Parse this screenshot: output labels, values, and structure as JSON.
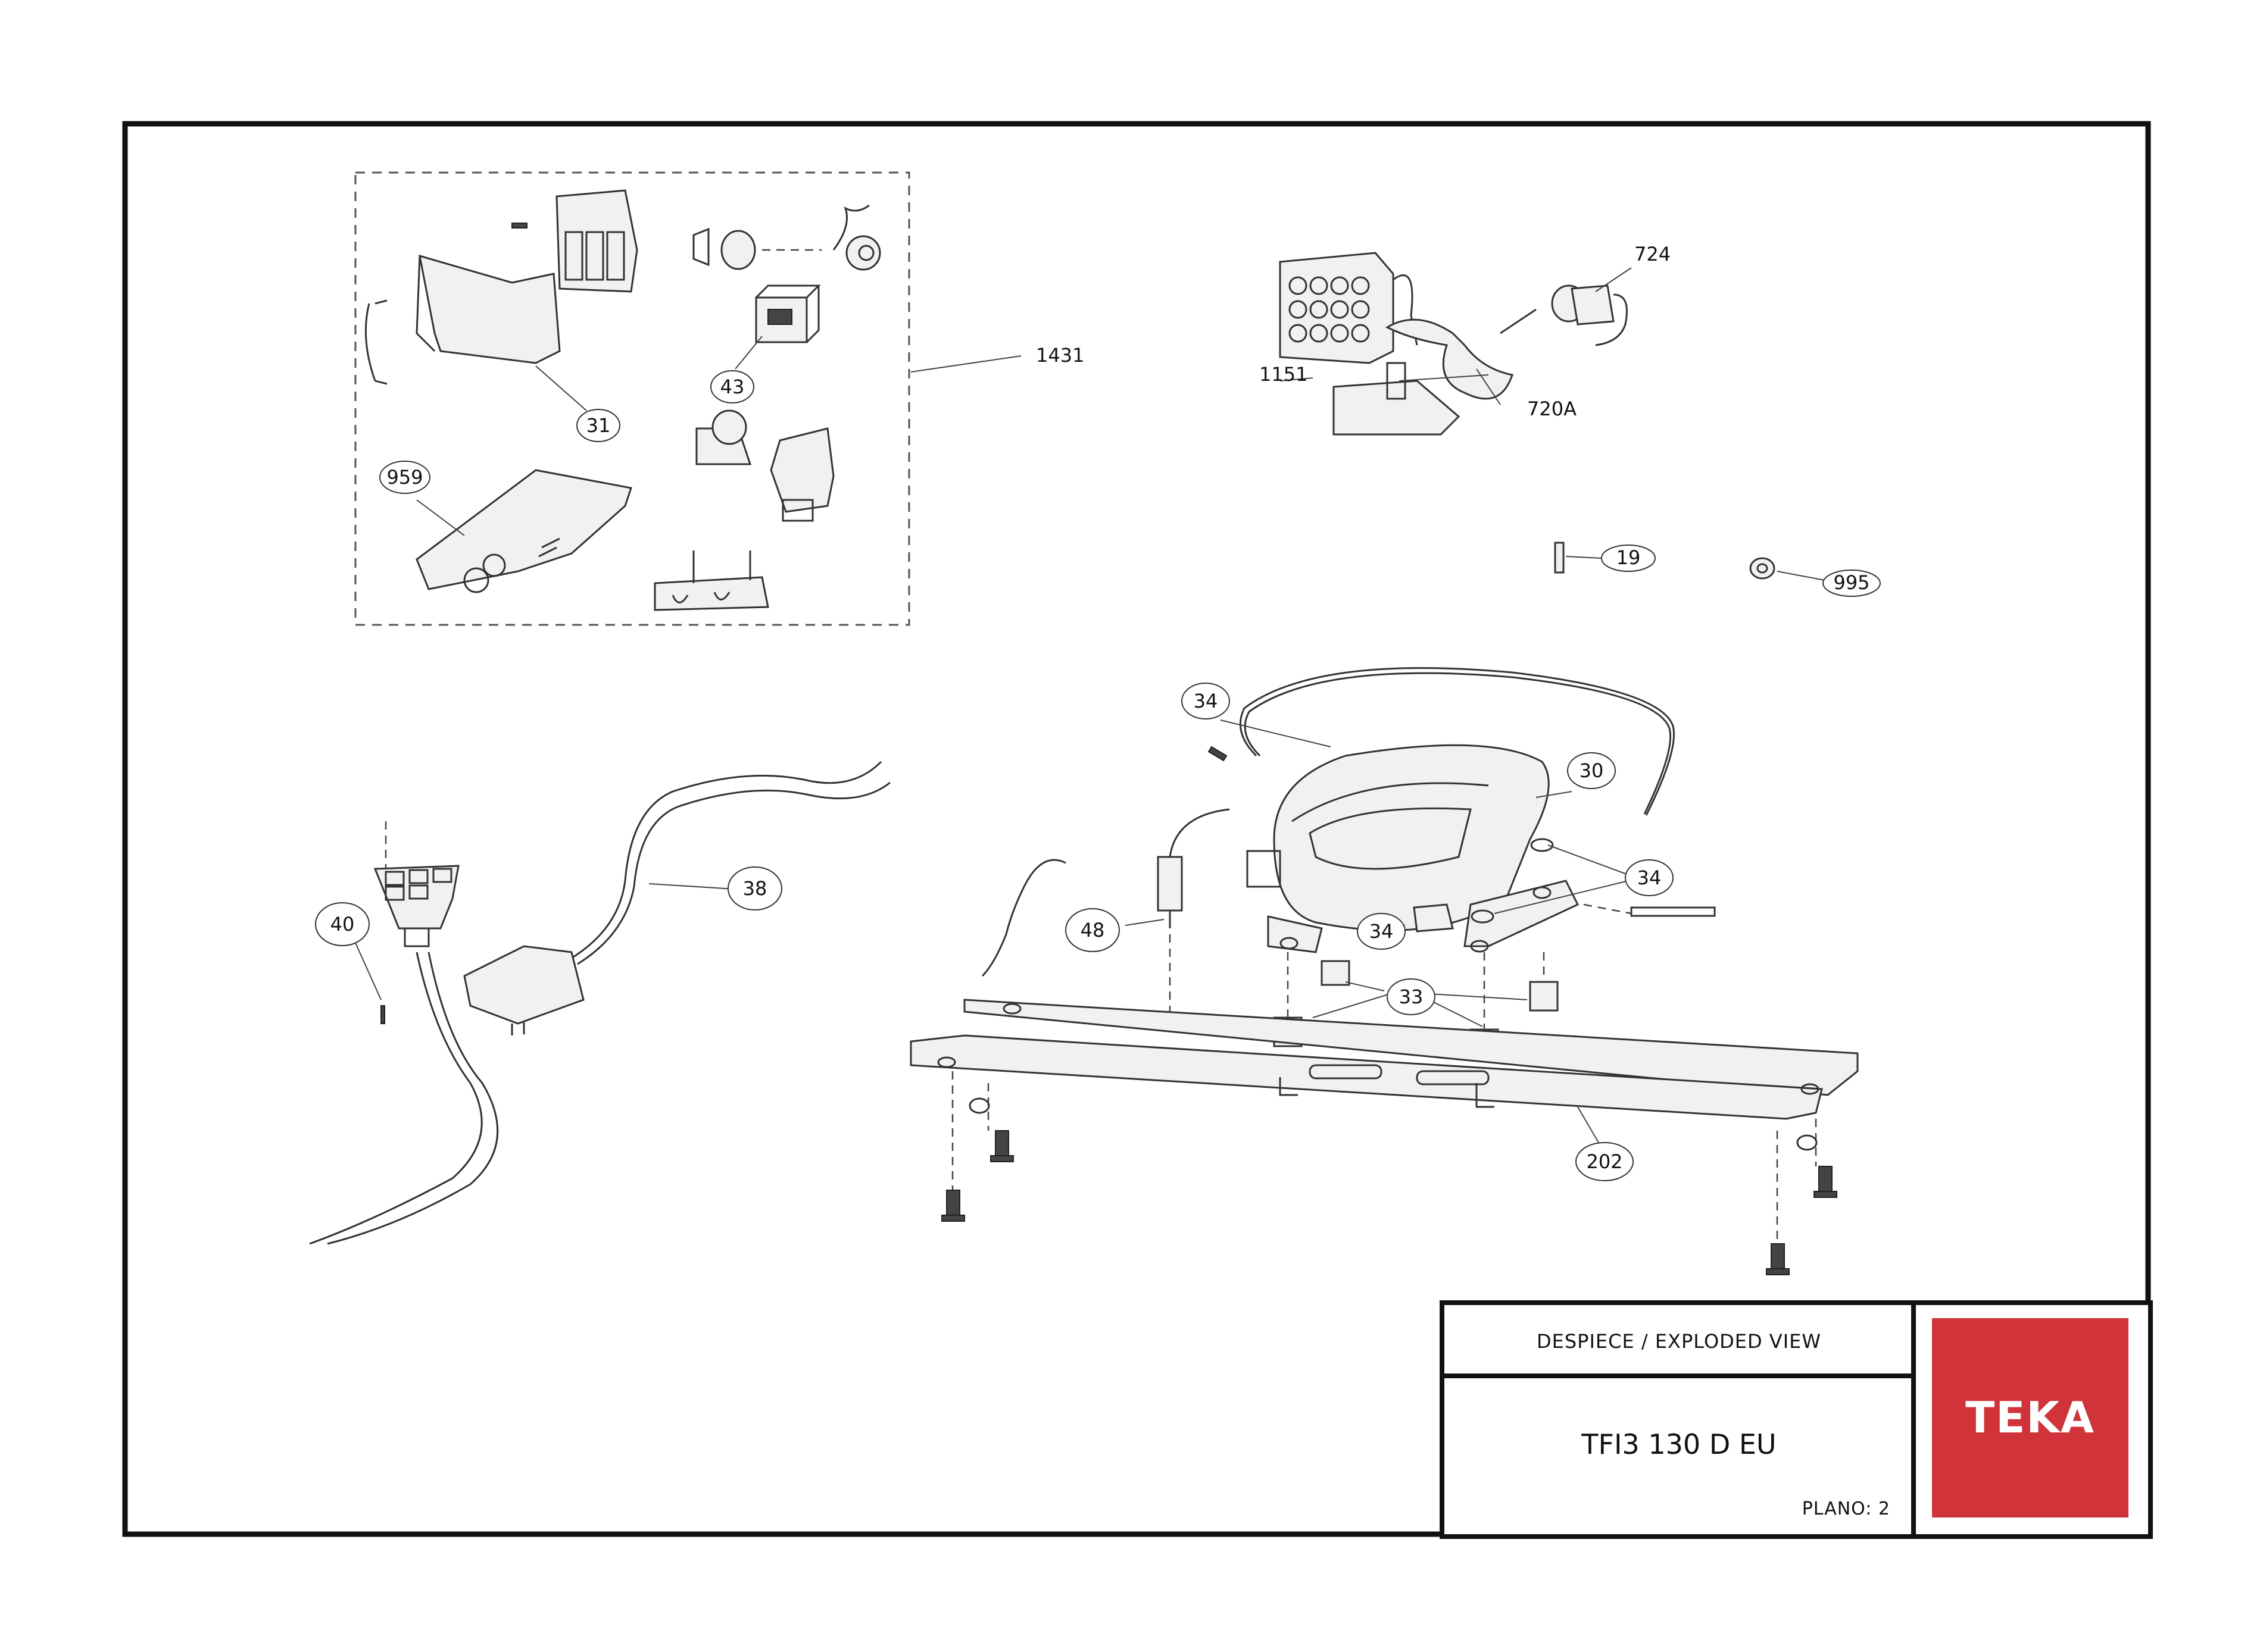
{
  "title_block": {
    "heading": "DESPIECE / EXPLODED VIEW",
    "model": "TFI3 130 D EU",
    "plano": "PLANO: 2"
  },
  "logo": {
    "text": "TEKA",
    "color": "#d0343a"
  },
  "parts": {
    "relay_kit": "1431",
    "cover": "31",
    "thermostat": "43",
    "bracket": "959",
    "evaporator": "1151",
    "fan_motor": "724",
    "fan_blade": "720A",
    "pin": "19",
    "bushing": "995",
    "power_cord": "38",
    "lamp_holder": "40",
    "filter": "48",
    "clip_top": "34",
    "clip_right": "34",
    "clip_front": "34",
    "compressor": "30",
    "grommets": "33",
    "base_plate": "202"
  }
}
